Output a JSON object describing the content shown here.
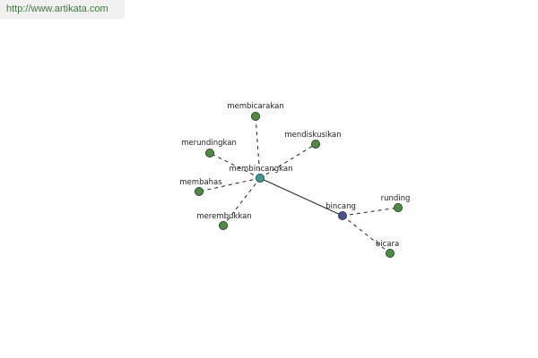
{
  "watermark": {
    "url": "http://www.artikata.com"
  },
  "colors": {
    "synonym": "#4f8a43",
    "center": "#3f9a95",
    "root": "#4a4f9c"
  },
  "nodes": [
    {
      "id": "membincangkan",
      "label": "membincangkan",
      "kind": "center",
      "icon": "circle-node-icon"
    },
    {
      "id": "membicarakan",
      "label": "membicarakan",
      "kind": "synonym",
      "icon": "circle-node-icon"
    },
    {
      "id": "mendiskusikan",
      "label": "mendiskusikan",
      "kind": "synonym",
      "icon": "circle-node-icon"
    },
    {
      "id": "merundingkan",
      "label": "merundingkan",
      "kind": "synonym",
      "icon": "circle-node-icon"
    },
    {
      "id": "membahas",
      "label": "membahas",
      "kind": "synonym",
      "icon": "circle-node-icon"
    },
    {
      "id": "merembukkan",
      "label": "merembukkan",
      "kind": "synonym",
      "icon": "circle-node-icon"
    },
    {
      "id": "bincang",
      "label": "bincang",
      "kind": "root",
      "icon": "circle-node-icon"
    },
    {
      "id": "runding",
      "label": "runding",
      "kind": "synonym",
      "icon": "circle-node-icon"
    },
    {
      "id": "bicara",
      "label": "bicara",
      "kind": "synonym",
      "icon": "circle-node-icon"
    }
  ],
  "edges": [
    {
      "from": "membincangkan",
      "to": "membicarakan",
      "style": "dashed"
    },
    {
      "from": "membincangkan",
      "to": "mendiskusikan",
      "style": "dashed"
    },
    {
      "from": "membincangkan",
      "to": "merundingkan",
      "style": "dashed"
    },
    {
      "from": "membincangkan",
      "to": "membahas",
      "style": "dashed"
    },
    {
      "from": "membincangkan",
      "to": "merembukkan",
      "style": "dashed"
    },
    {
      "from": "membincangkan",
      "to": "bincang",
      "style": "solid"
    },
    {
      "from": "bincang",
      "to": "runding",
      "style": "dashed"
    },
    {
      "from": "bincang",
      "to": "bicara",
      "style": "dashed"
    }
  ]
}
